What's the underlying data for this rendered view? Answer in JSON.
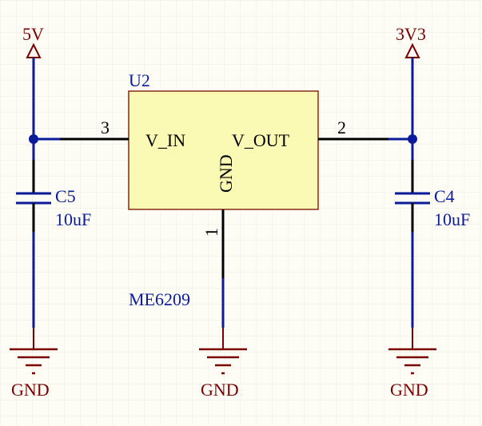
{
  "colors": {
    "background": "#fdfcf5",
    "grid": "#ecebe2",
    "wire": "#0a1c9c",
    "pin": "#000000",
    "power": "#7a0000",
    "component_fill": "#fbfab4",
    "component_border": "#8a2a1a",
    "ref_text": "#0a1c9c"
  },
  "power_symbols": {
    "left_label": "5V",
    "right_label": "3V3"
  },
  "ground_labels": {
    "left": "GND",
    "center": "GND",
    "right": "GND"
  },
  "regulator": {
    "designator": "U2",
    "part": "ME6209",
    "pin_in_label": "V_IN",
    "pin_out_label": "V_OUT",
    "pin_gnd_label": "GND",
    "pin_in_number": "3",
    "pin_out_number": "2",
    "pin_gnd_number": "1"
  },
  "capacitors": {
    "left": {
      "designator": "C5",
      "value": "10uF"
    },
    "right": {
      "designator": "C4",
      "value": "10uF"
    }
  }
}
